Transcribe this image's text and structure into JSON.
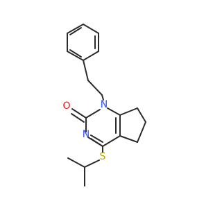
{
  "atoms": {
    "N1": {
      "text": "N",
      "color": "#3050F8"
    },
    "N3": {
      "text": "N",
      "color": "#3050F8"
    },
    "O": {
      "text": "O",
      "color": "#FF0D0D"
    },
    "S": {
      "text": "S",
      "color": "#B8A400"
    }
  },
  "colors": {
    "bond": "#2b2b2b",
    "background": "#ffffff"
  }
}
